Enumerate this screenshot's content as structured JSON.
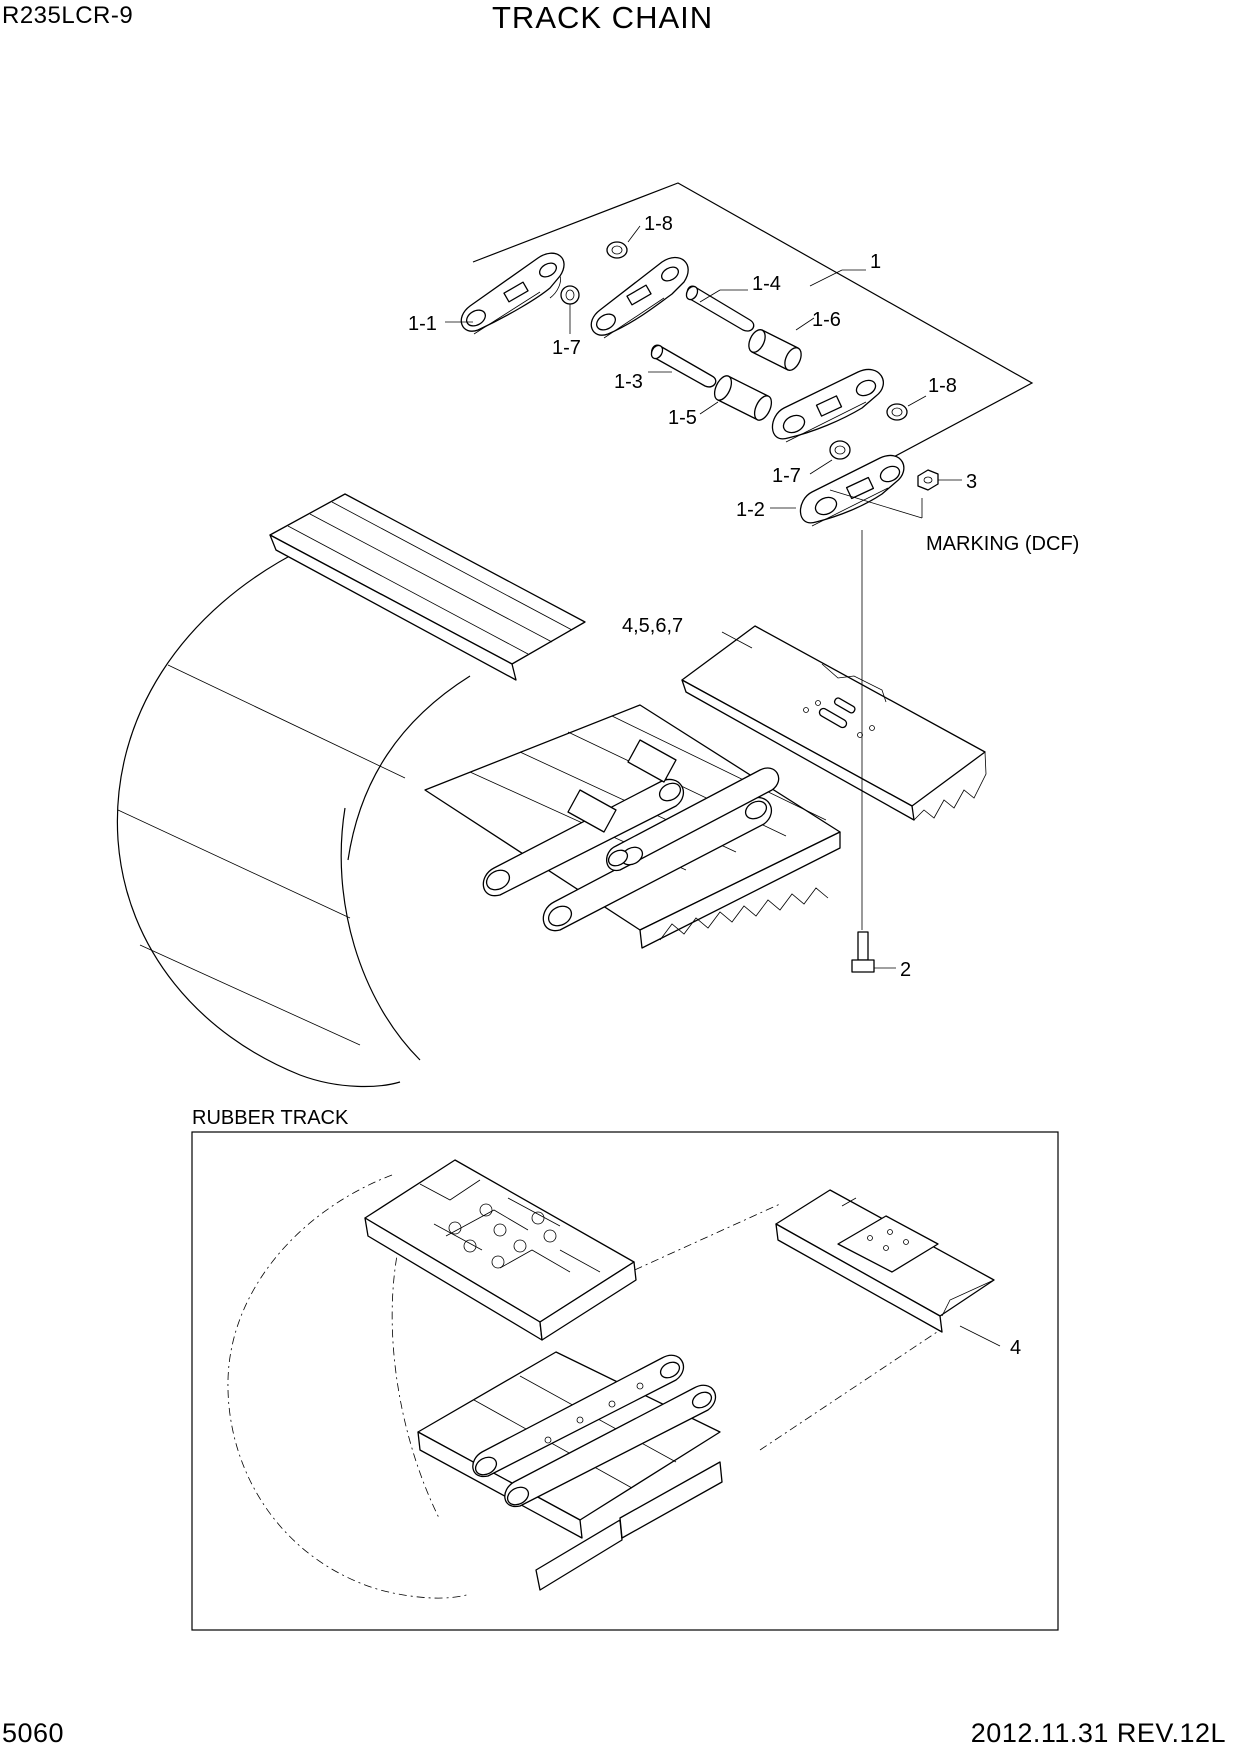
{
  "header": {
    "model": "R235LCR-9",
    "title": "TRACK CHAIN"
  },
  "footer": {
    "page": "5060",
    "revision": "2012.11.31  REV.12L"
  },
  "callouts": {
    "c1": "1",
    "c1_1": "1-1",
    "c1_2": "1-2",
    "c1_3": "1-3",
    "c1_4": "1-4",
    "c1_5": "1-5",
    "c1_6": "1-6",
    "c1_7a": "1-7",
    "c1_7b": "1-7",
    "c1_8a": "1-8",
    "c1_8b": "1-8",
    "c2": "2",
    "c3": "3",
    "c4567": "4,5,6,7",
    "marking": "MARKING (DCF)",
    "c4": "4"
  },
  "rubber_track": {
    "label": "RUBBER TRACK"
  }
}
